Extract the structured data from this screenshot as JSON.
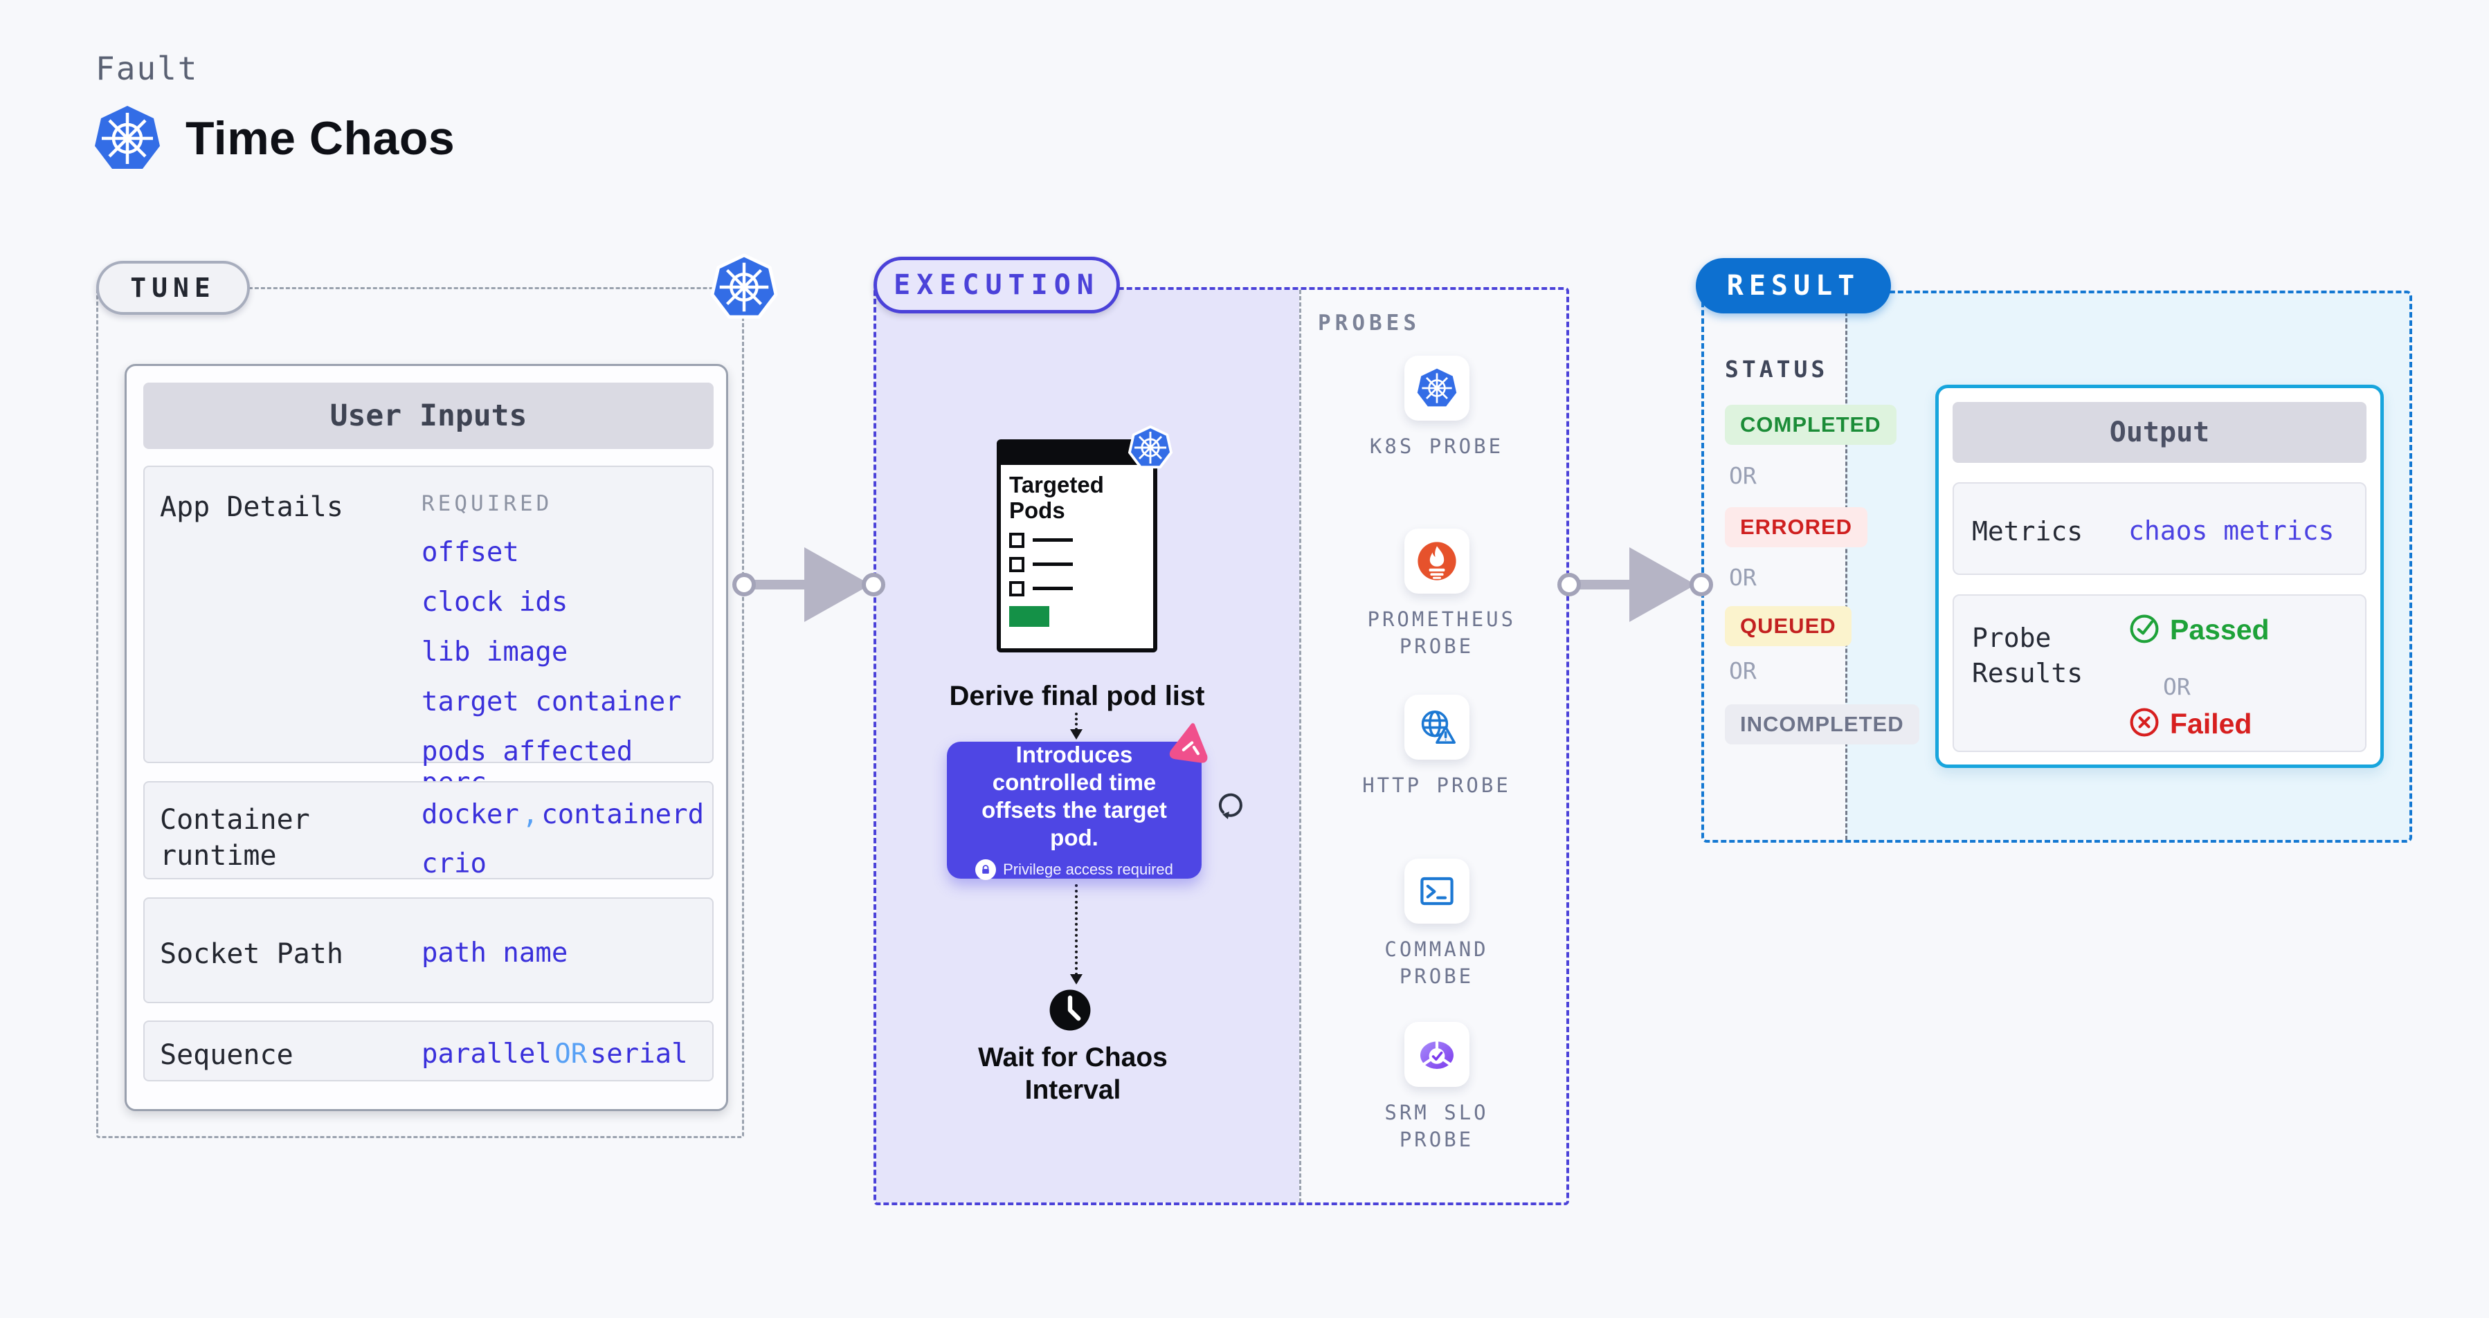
{
  "page": {
    "eyebrow": "Fault",
    "title": "Time Chaos"
  },
  "tune": {
    "badge": "TUNE",
    "panel_title": "User Inputs",
    "app_details": {
      "label": "App Details",
      "required": "REQUIRED",
      "values": [
        "offset",
        "clock ids",
        "lib image",
        "target container",
        "pods affected perc"
      ]
    },
    "container_runtime": {
      "label": "Container runtime",
      "first": "docker",
      "comma": ",",
      "second": "containerd",
      "third": "crio"
    },
    "socket_path": {
      "label": "Socket Path",
      "value": "path name"
    },
    "sequence": {
      "label": "Sequence",
      "first": "parallel",
      "or": "OR",
      "second": "serial"
    }
  },
  "execution": {
    "badge": "EXECUTION",
    "targeted_pods": {
      "title": "Targeted Pods"
    },
    "derive_label": "Derive final pod list",
    "tooltip": {
      "text": "Introduces controlled time offsets the target pod.",
      "privilege": "Privilege access required"
    },
    "wait_label": "Wait for Chaos Interval"
  },
  "probes": {
    "title": "PROBES",
    "items": [
      {
        "label": "K8S PROBE",
        "icon": "kubernetes-icon"
      },
      {
        "label": "PROMETHEUS PROBE",
        "icon": "prometheus-icon"
      },
      {
        "label": "HTTP PROBE",
        "icon": "http-globe-warning-icon"
      },
      {
        "label": "COMMAND PROBE",
        "icon": "terminal-icon"
      },
      {
        "label": "SRM SLO PROBE",
        "icon": "slo-gauge-icon"
      }
    ]
  },
  "result": {
    "badge": "RESULT",
    "status_title": "STATUS",
    "or": "OR",
    "statuses": [
      {
        "label": "COMPLETED"
      },
      {
        "label": "ERRORED"
      },
      {
        "label": "QUEUED"
      },
      {
        "label": "INCOMPLETED"
      }
    ],
    "output": {
      "title": "Output",
      "metrics_label": "Metrics",
      "metrics_value": "chaos metrics",
      "probe_results_label": "Probe Results",
      "passed": "Passed",
      "or": "OR",
      "failed": "Failed"
    }
  },
  "colors": {
    "kubernetes_blue": "#336de6",
    "execution_indigo": "#4b42d9",
    "result_blue": "#0d70d0",
    "output_border_cyan": "#17a5dd",
    "prometheus_orange": "#e6522c",
    "srm_purple": "#7c3aed",
    "chaos_pink": "#f0508c",
    "passed_green": "#1ea239",
    "failed_red": "#d71f1f",
    "value_indigo": "#3a30db"
  }
}
